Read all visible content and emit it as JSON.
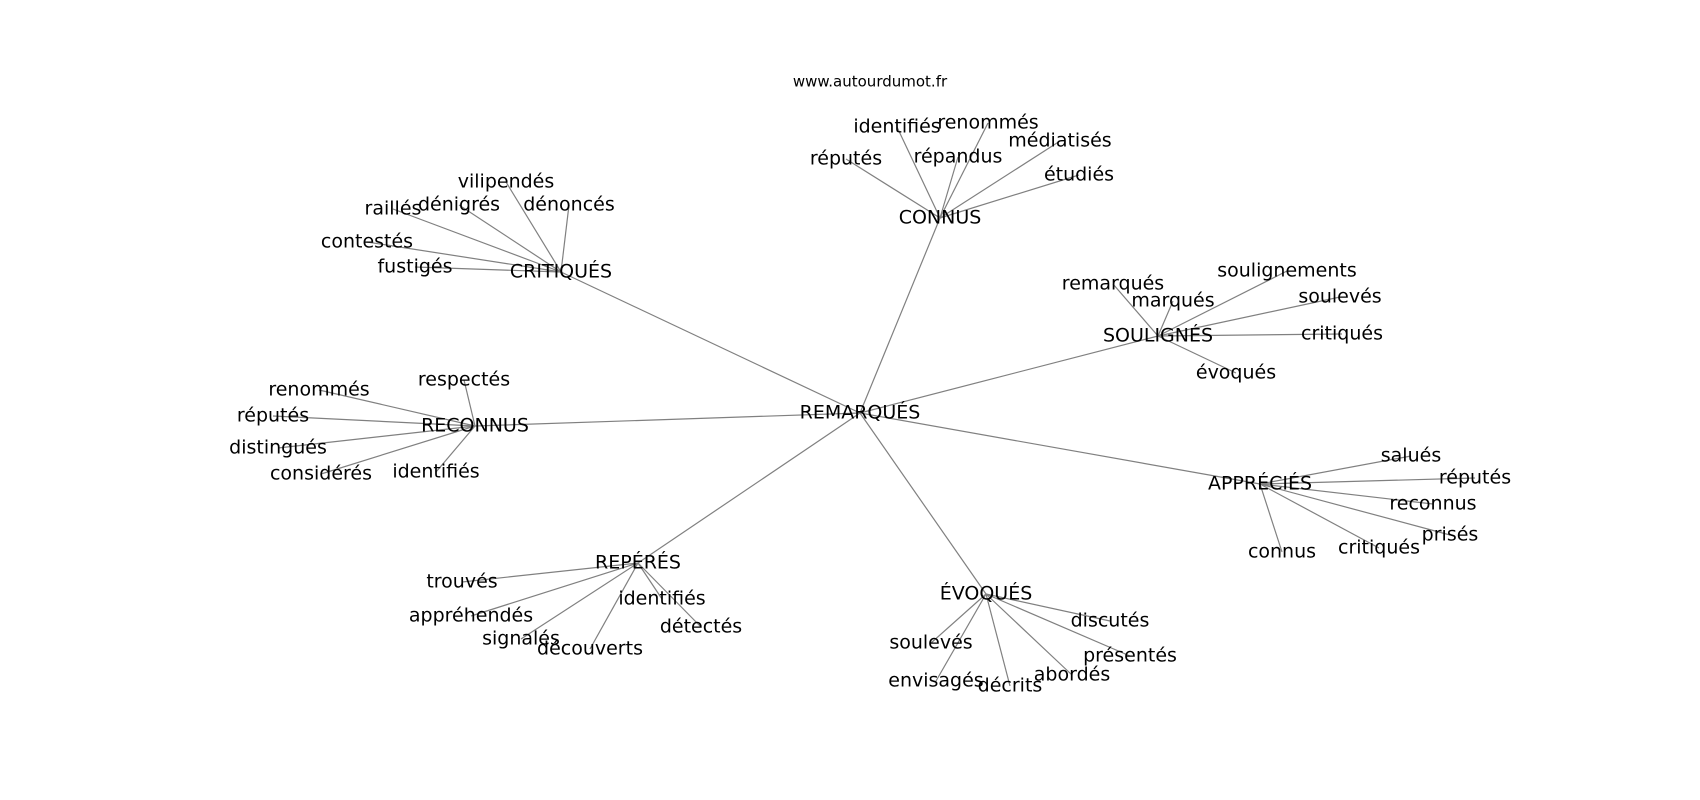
{
  "site": "www.autourdumot.fr",
  "root": "REMARQUÉS",
  "groups": [
    {
      "label": "CONNUS",
      "children": [
        "réputés",
        "identifiés",
        "renommés",
        "répandus",
        "médiatisés",
        "étudiés"
      ]
    },
    {
      "label": "CRITIQUÉS",
      "children": [
        "vilipendés",
        "raillés",
        "dénigrés",
        "dénoncés",
        "contestés",
        "fustigés"
      ]
    },
    {
      "label": "SOULIGNÉS",
      "children": [
        "remarqués",
        "marqués",
        "soulignements",
        "soulevés",
        "critiqués",
        "évoqués"
      ]
    },
    {
      "label": "RECONNUS",
      "children": [
        "renommés",
        "respectés",
        "réputés",
        "distingués",
        "considérés",
        "identifiés"
      ]
    },
    {
      "label": "APPRÉCIÉS",
      "children": [
        "salués",
        "réputés",
        "reconnus",
        "prisés",
        "critiqués",
        "connus"
      ]
    },
    {
      "label": "REPÉRÉS",
      "children": [
        "trouvés",
        "identifiés",
        "appréhendés",
        "détectés",
        "signalés",
        "découverts"
      ]
    },
    {
      "label": "ÉVOQUÉS",
      "children": [
        "discutés",
        "soulevés",
        "présentés",
        "abordés",
        "envisagés",
        "décrits"
      ]
    }
  ]
}
